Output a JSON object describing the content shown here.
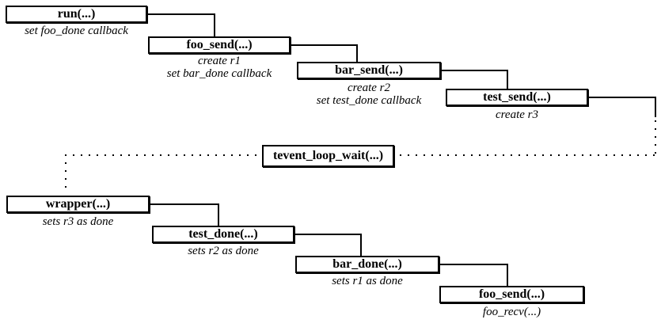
{
  "colors": {
    "background": "#ffffff",
    "line": "#000000",
    "text": "#000000"
  },
  "boxes": [
    {
      "label": "run(...)",
      "notes": [
        "set foo_done callback"
      ]
    },
    {
      "label": "foo_send(...)",
      "notes": [
        "create r1",
        "set bar_done callback"
      ]
    },
    {
      "label": "bar_send(...)",
      "notes": [
        "create r2",
        "set test_done callback"
      ]
    },
    {
      "label": "test_send(...)",
      "notes": [
        "create r3"
      ]
    },
    {
      "label": "tevent_loop_wait(...)",
      "notes": []
    },
    {
      "label": "wrapper(...)",
      "notes": [
        "sets r3 as done"
      ]
    },
    {
      "label": "test_done(...)",
      "notes": [
        "sets r2 as done"
      ]
    },
    {
      "label": "bar_done(...)",
      "notes": [
        "sets r1 as done"
      ]
    },
    {
      "label": "foo_send(...)",
      "notes": [
        "foo_recv(...)"
      ]
    }
  ]
}
